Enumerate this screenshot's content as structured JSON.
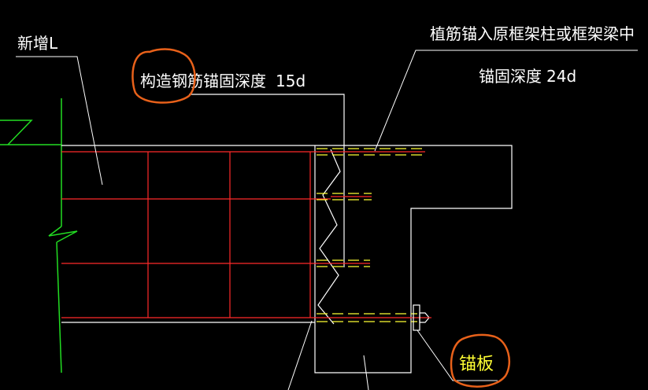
{
  "labels": {
    "new_beam": "新增L",
    "construct_anchor": "构造钢筋锚固深度",
    "construct_anchor_value": "15d",
    "plant_into": "植筋锚入原框架柱或框架梁中",
    "anchor_depth": "锚固深度",
    "anchor_depth_value": "24d",
    "anchor_plate": "锚板"
  },
  "colors": {
    "background": "#000000",
    "outline": "#ffffff",
    "rebar": "#ff2a2a",
    "hatch": "#ffff33",
    "ground": "#22dd22",
    "annotation": "#e8611a"
  }
}
